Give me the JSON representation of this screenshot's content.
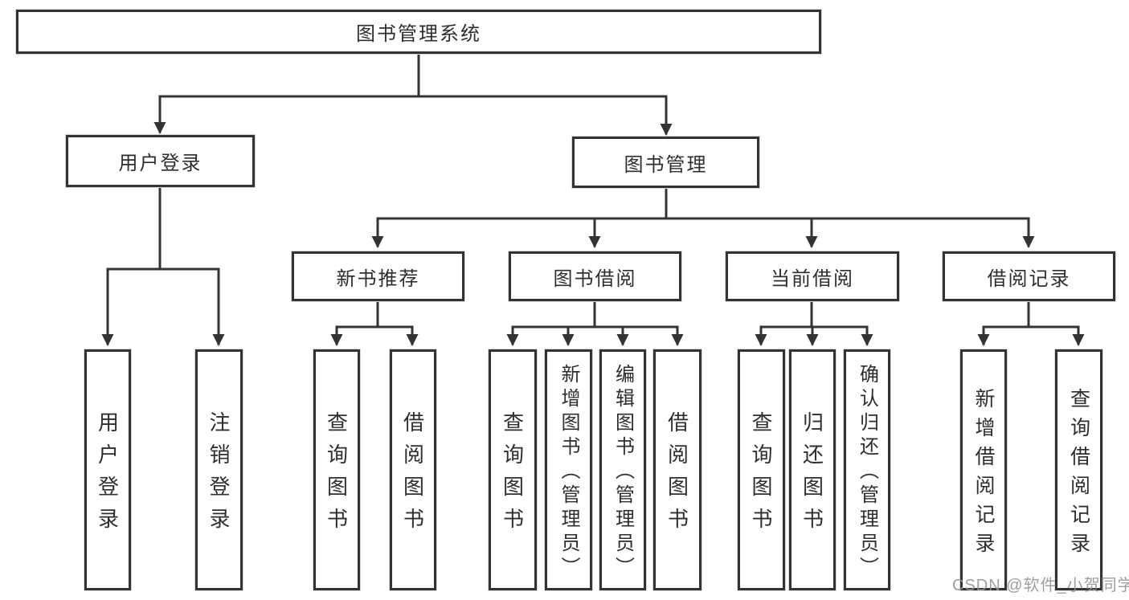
{
  "diagram": {
    "root": {
      "label": "图书管理系统"
    },
    "branches": [
      {
        "label": "用户登录",
        "leaves": [
          "用户登录",
          "注销登录"
        ]
      },
      {
        "label": "图书管理",
        "children": [
          {
            "label": "新书推荐",
            "leaves": [
              "查询图书",
              "借阅图书"
            ]
          },
          {
            "label": "图书借阅",
            "leaves": [
              "查询图书",
              "新增图书（管理员）",
              "编辑图书（管理员）",
              "借阅图书"
            ]
          },
          {
            "label": "当前借阅",
            "leaves": [
              "查询图书",
              "归还图书",
              "确认归还（管理员）"
            ]
          },
          {
            "label": "借阅记录",
            "leaves": [
              "新增借阅记录",
              "查询借阅记录"
            ]
          }
        ]
      }
    ]
  },
  "watermark": {
    "text": "CSDN @软件_小贺同学"
  },
  "colors": {
    "line": "#333333",
    "box_border": "#333333",
    "text": "#2e2e2e",
    "watermark": "#949494",
    "background": "#ffffff"
  }
}
